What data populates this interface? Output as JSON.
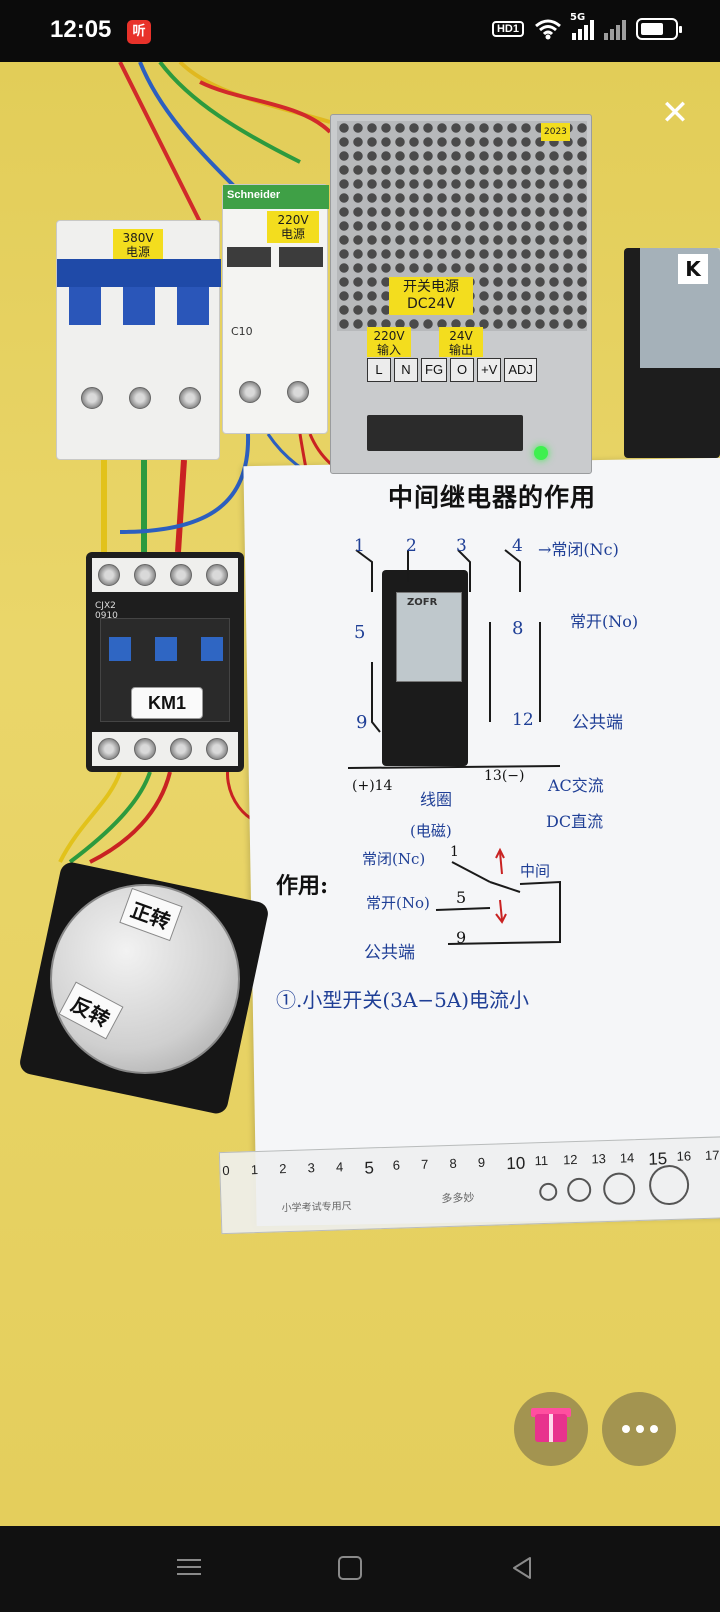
{
  "status_bar": {
    "time": "12:05",
    "app_badge": "听",
    "hd_label": "HD1",
    "network_label": "5G",
    "battery_level_percent": 65
  },
  "scene": {
    "breaker_3p_tag": "380V\n电源",
    "breaker_2p_brand": "Schneider",
    "breaker_2p_tag": "220V\n电源",
    "breaker_2p_model": "C10",
    "psu_year": "2023",
    "psu_tag": "开关电源\nDC24V",
    "psu_input_tag": "220V\n输入",
    "psu_output_tag": "24V\n输出",
    "psu_terminals": [
      "L",
      "N",
      "FG",
      "O",
      "+V",
      "ADJ"
    ],
    "contactor_model": "CJX2\n0910",
    "contactor_label": "KM1",
    "motor_forward": "正转",
    "motor_reverse": "反转",
    "relay_brand": "ZOFR",
    "right_relay_letter": "K"
  },
  "whiteboard": {
    "title": "中间继电器的作用",
    "labels": {
      "n1": "1",
      "n2": "2",
      "n3": "3",
      "n4": "4",
      "n5": "5",
      "n8": "8",
      "n9": "9",
      "n12": "12",
      "nc": "→常闭(Nc)",
      "no": "常开(No)",
      "common": "公共端",
      "plus14": "(+)14",
      "minus13": "13(−)",
      "coil": "线圈",
      "magnet": "(电磁)",
      "ac": "AC交流",
      "dc": "DC直流",
      "function": "作用:",
      "f_nc": "常闭(Nc)",
      "f_no": "常开(No)",
      "f_common": "公共端",
      "f_1": "1",
      "f_5": "5",
      "f_9": "9",
      "f_mid": "中间",
      "note": "①.小型开关(3A−5A)电流小"
    }
  },
  "ruler": {
    "numbers": [
      "0",
      "1",
      "2",
      "3",
      "4",
      "5",
      "6",
      "7",
      "8",
      "9",
      "10",
      "11",
      "12",
      "13",
      "14",
      "15",
      "16",
      "17"
    ],
    "caption": "小学考试专用尺",
    "brand": "多多妙"
  },
  "overlay": {
    "close_symbol": "✕"
  }
}
